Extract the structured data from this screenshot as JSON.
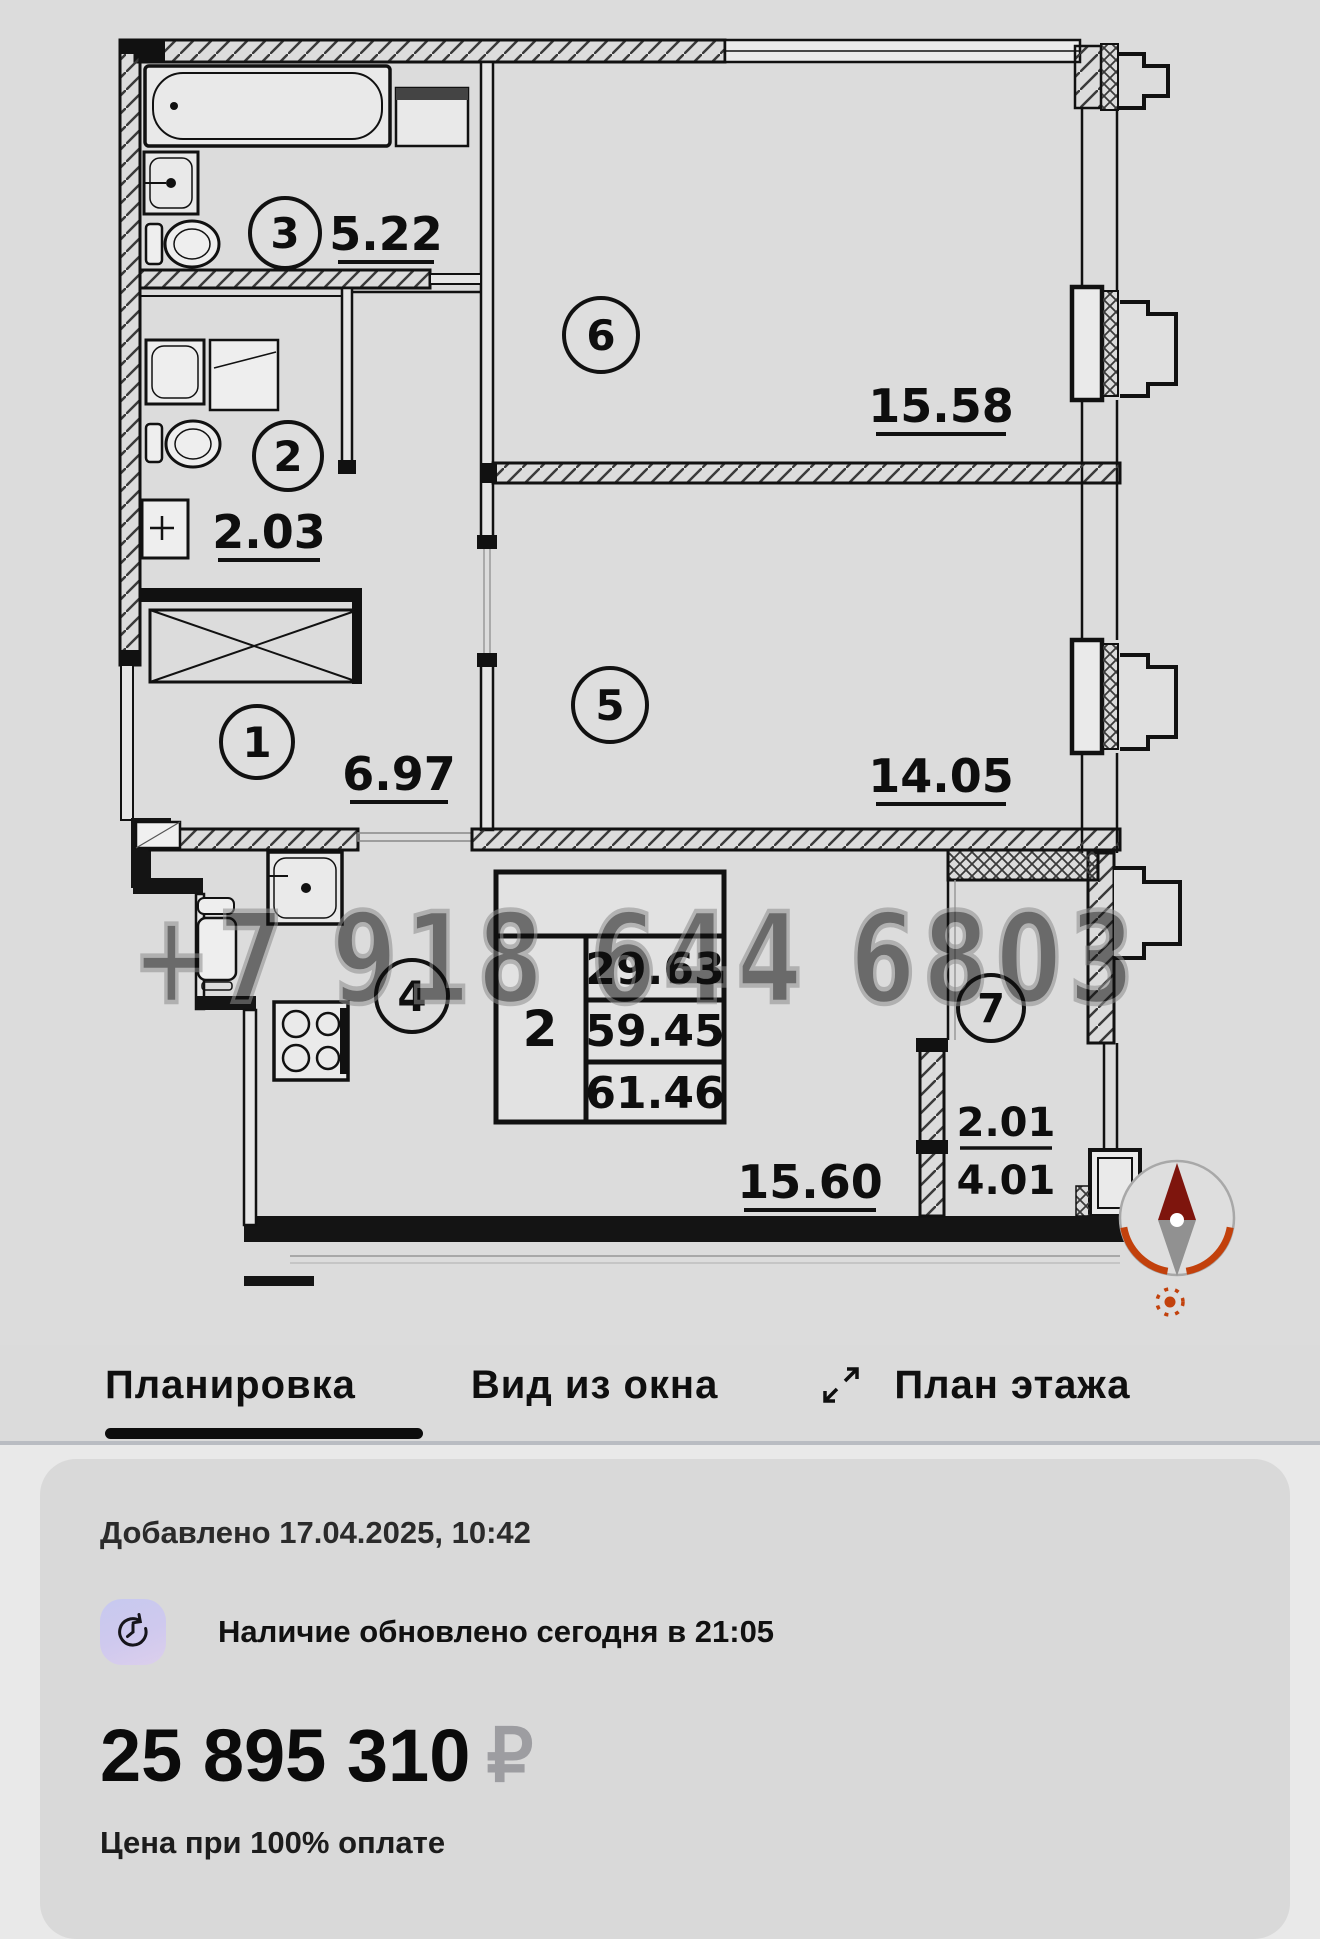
{
  "plan": {
    "watermark": "+7 918 644 6803",
    "rooms": [
      {
        "num": "1",
        "area": "6.97"
      },
      {
        "num": "2",
        "area": "2.03"
      },
      {
        "num": "3",
        "area": "5.22"
      },
      {
        "num": "4",
        "area": "15.60"
      },
      {
        "num": "5",
        "area": "14.05"
      },
      {
        "num": "6",
        "area": "15.58"
      },
      {
        "num": "7",
        "area_top": "2.01",
        "area_bottom": "4.01"
      }
    ],
    "stamp": {
      "rooms_count": "2",
      "total_values": [
        "29.63",
        "59.45",
        "61.46"
      ]
    }
  },
  "tabs": {
    "items": [
      {
        "label": "Планировка"
      },
      {
        "label": "Вид из окна"
      },
      {
        "label": "План этажа"
      }
    ],
    "active_index": 0
  },
  "info": {
    "added": "Добавлено 17.04.2025, 10:42",
    "availability": "Наличие обновлено сегодня в 21:05",
    "price": "25 895 310",
    "currency": "₽",
    "price_note": "Цена при 100% оплате"
  },
  "colors": {
    "compass_north": "#7e150d",
    "compass_orange": "#c2410c",
    "icon_bg": "#c9c6ee",
    "accent_underline": "#0d0d0d"
  }
}
